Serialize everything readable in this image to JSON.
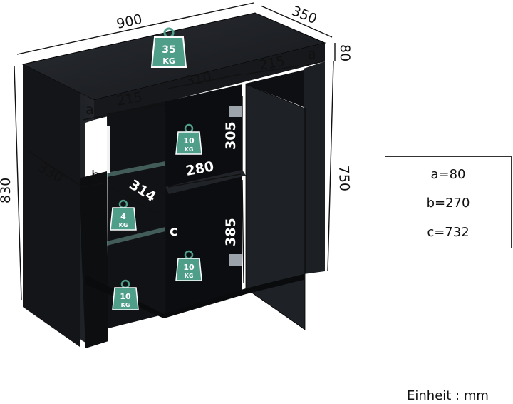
{
  "dimensions": {
    "width": "900",
    "depth": "350",
    "height": "830",
    "top_thickness": "80",
    "side_height": "750",
    "side_depth": "330",
    "left_compartment": "215",
    "middle_compartment": "310",
    "right_compartment": "215",
    "left_inner": "215",
    "shelf_depth": "314",
    "shelf_width": "280",
    "upper_height": "305",
    "lower_height": "385",
    "label_a_left": "a",
    "label_a_right": "a",
    "label_b": "b",
    "label_c": "c"
  },
  "weights": {
    "top": {
      "value": "35",
      "unit": "KG"
    },
    "middle_upper": {
      "value": "10",
      "unit": "KG"
    },
    "middle_lower": {
      "value": "10",
      "unit": "KG"
    },
    "glass_shelf": {
      "value": "4",
      "unit": "KG"
    },
    "left_bottom": {
      "value": "10",
      "unit": "KG"
    }
  },
  "legend": {
    "a": "a=80",
    "b": "b=270",
    "c": "c=732"
  },
  "unit_label": "Einheit : mm",
  "colors": {
    "cabinet": "#1a1c20",
    "cabinet_dark": "#0e0f12",
    "weight_badge": "#4e9e8a",
    "dimension_line": "#111111"
  }
}
